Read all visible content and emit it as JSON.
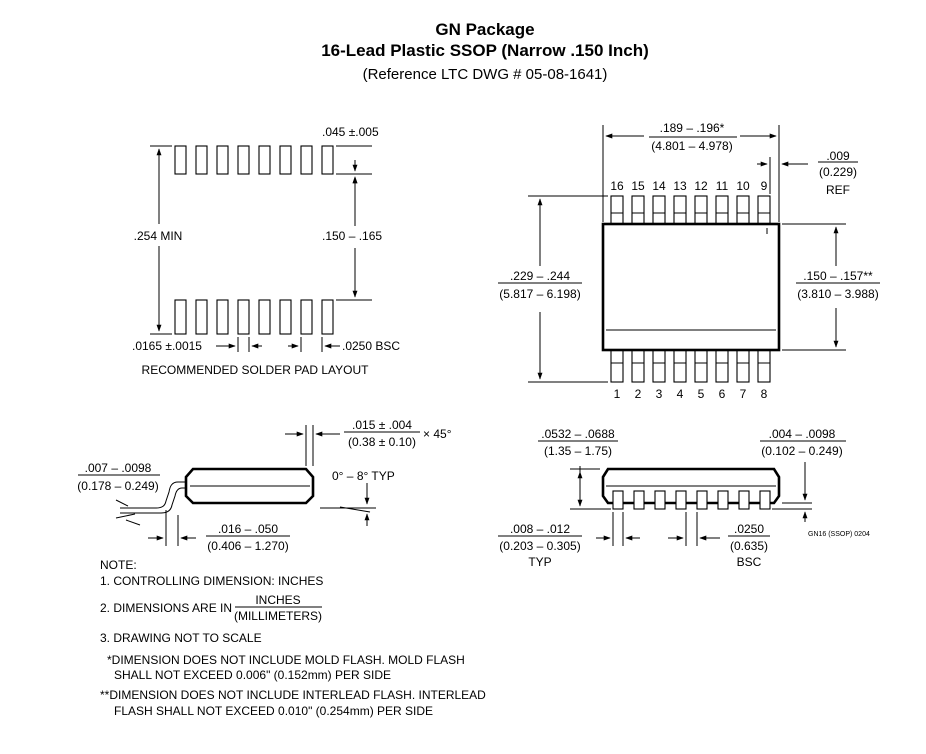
{
  "header": {
    "title": "GN Package",
    "subtitle": "16-Lead Plastic SSOP (Narrow .150 Inch)",
    "reference": "(Reference LTC DWG # 05-08-1641)"
  },
  "solder_pad_layout": {
    "caption": "RECOMMENDED SOLDER PAD LAYOUT",
    "pad_width": ".045 ±.005",
    "min_span": ".254 MIN",
    "inner_span": ".150 – .165",
    "pad_size": ".0165 ±.0015",
    "pitch": ".0250 BSC"
  },
  "top_view": {
    "length_in": ".189 – .196*",
    "length_mm": "(4.801 – 4.978)",
    "ref_in": ".009",
    "ref_mm": "(0.229)",
    "ref_label": "REF",
    "width_total_in": ".229 – .244",
    "width_total_mm": "(5.817 – 6.198)",
    "body_width_in": ".150 – .157**",
    "body_width_mm": "(3.810 – 3.988)",
    "pins_top": [
      "16",
      "15",
      "14",
      "13",
      "12",
      "11",
      "10",
      "9"
    ],
    "pins_bottom": [
      "1",
      "2",
      "3",
      "4",
      "5",
      "6",
      "7",
      "8"
    ]
  },
  "side_view_left": {
    "lead_thk_in": ".007 – .0098",
    "lead_thk_mm": "(0.178 – 0.249)",
    "chamfer_in": ".015 ± .004",
    "chamfer_mm": "(0.38 ± 0.10)",
    "chamfer_angle": "× 45°",
    "angle": "0° – 8° TYP",
    "foot_in": ".016 – .050",
    "foot_mm": "(0.406 – 1.270)"
  },
  "side_view_right": {
    "height_in": ".0532 – .0688",
    "height_mm": "(1.35 – 1.75)",
    "standoff_in": ".004 – .0098",
    "standoff_mm": "(0.102 – 0.249)",
    "lead_w_in": ".008 – .012",
    "lead_w_mm": "(0.203 – 0.305)",
    "lead_w_label": "TYP",
    "pitch_in": ".0250",
    "pitch_mm": "(0.635)",
    "pitch_label": "BSC",
    "drawing_code": "GN16 (SSOP) 0204"
  },
  "notes": {
    "heading": "NOTE:",
    "n1": "1. CONTROLLING DIMENSION: INCHES",
    "n2_prefix": "2. DIMENSIONS ARE IN",
    "n2_num": "INCHES",
    "n2_den": "(MILLIMETERS)",
    "n3": "3. DRAWING NOT TO SCALE",
    "star1_a": "*DIMENSION DOES NOT INCLUDE MOLD FLASH. MOLD FLASH",
    "star1_b": "SHALL NOT EXCEED 0.006\" (0.152mm) PER SIDE",
    "star2_a": "**DIMENSION DOES NOT INCLUDE INTERLEAD FLASH. INTERLEAD",
    "star2_b": "FLASH SHALL NOT EXCEED 0.010\" (0.254mm) PER SIDE"
  }
}
